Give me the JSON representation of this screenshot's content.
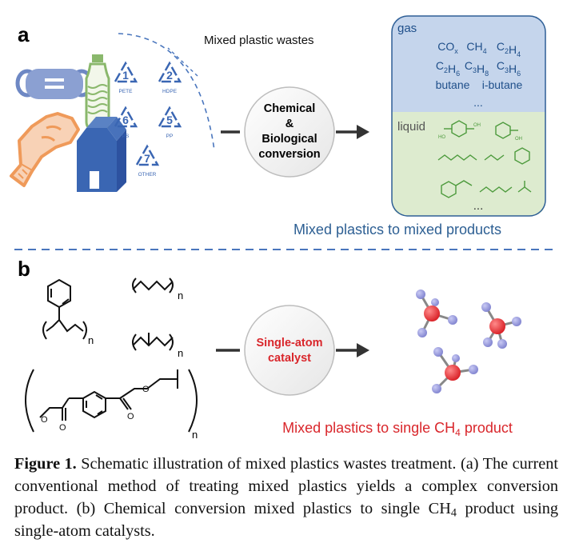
{
  "panel_a": {
    "label": "a",
    "mixed_label": "Mixed plastic wastes",
    "recycle_codes": [
      {
        "num": "1",
        "abbr": "PETE"
      },
      {
        "num": "2",
        "abbr": "HDPE"
      },
      {
        "num": "6",
        "abbr": "PS"
      },
      {
        "num": "5",
        "abbr": "PP"
      },
      {
        "num": "7",
        "abbr": "OTHER"
      }
    ],
    "conversion_lines": [
      "Chemical",
      "&",
      "Biological",
      "conversion"
    ],
    "gas_title": "gas",
    "gas_rows": [
      [
        {
          "t": "CO",
          "s": "x"
        },
        {
          "t": "CH",
          "s": "4"
        },
        {
          "t": "C",
          "s": "2",
          "t2": "H",
          "s2": "4"
        }
      ],
      [
        {
          "t": "C",
          "s": "2",
          "t2": "H",
          "s2": "6"
        },
        {
          "t": "C",
          "s": "3",
          "t2": "H",
          "s2": "8"
        },
        {
          "t": "C",
          "s": "3",
          "t2": "H",
          "s2": "6"
        }
      ],
      [
        {
          "t": "butane"
        },
        {
          "t": "i-butane"
        }
      ],
      [
        {
          "t": "..."
        }
      ]
    ],
    "liquid_title": "liquid",
    "liquid_ellipsis": "...",
    "tagline": "Mixed plastics to mixed products",
    "colors": {
      "gas_bg": "#c5d5ec",
      "liquid_bg": "#ddebcf",
      "box_border": "#2e5f96",
      "tagline": "#2d5f93",
      "liquid_ink": "#4c9a3c",
      "plastic_blue": "#3a66b3",
      "bottle_green": "#8ab86c",
      "glove_orange": "#ef9a5a"
    }
  },
  "panel_b": {
    "label": "b",
    "subscript_n": "n",
    "catalyst_lines": [
      "Single-atom",
      "catalyst"
    ],
    "tagline_main": "Mixed plastics to single CH",
    "tagline_sub": "4",
    "tagline_end": " product",
    "colors": {
      "catalyst_text": "#d9262b",
      "tagline": "#d9262b",
      "carbon": "#e2262b",
      "hydrogen": "#8d8fd6"
    }
  },
  "caption": {
    "label": "Figure 1.",
    "text_1": " Schematic illustration of mixed plastics wastes treatment. (a) The current conventional method of treating mixed plastics yields a complex conversion product. (b) Chemical conversion mixed plastics to single CH",
    "sub_4": "4",
    "text_2": " product using single-atom catalysts."
  }
}
